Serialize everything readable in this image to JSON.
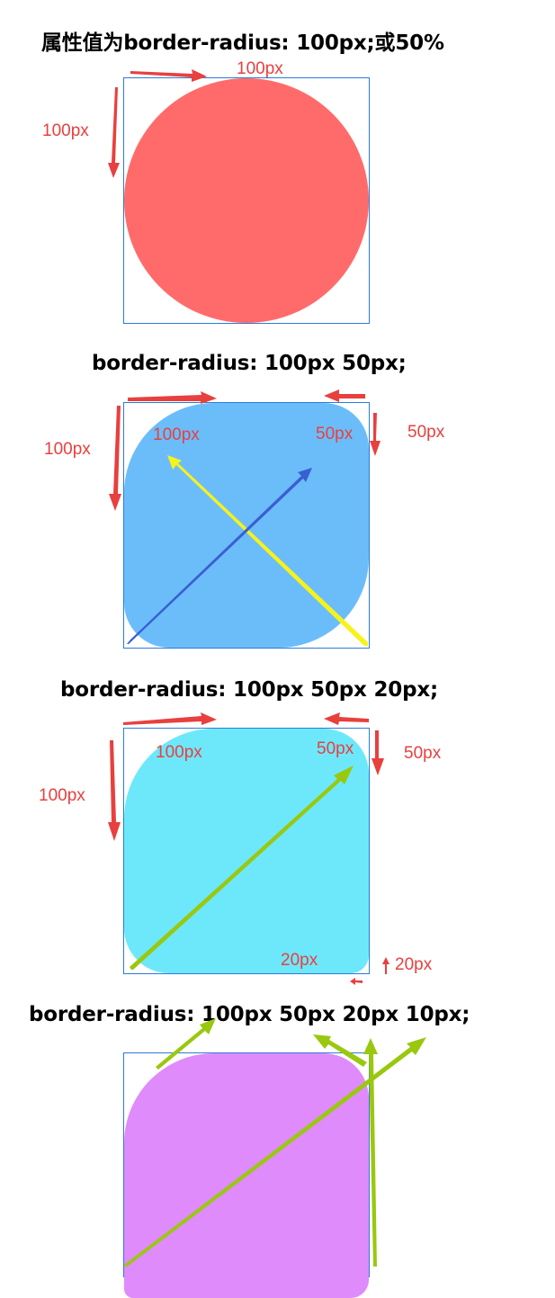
{
  "sections": [
    {
      "title": "属性值为border-radius: 100px;或50%",
      "color": "#ff6b6b",
      "labels": [
        "100px",
        "100px"
      ]
    },
    {
      "title": "border-radius: 100px 50px;",
      "color": "#6bbdfa",
      "labels": [
        "100px",
        "100px",
        "50px",
        "50px"
      ]
    },
    {
      "title": "border-radius: 100px 50px 20px;",
      "color": "#6de8fb",
      "labels": [
        "100px",
        "100px",
        "50px",
        "50px",
        "20px",
        "20px"
      ]
    },
    {
      "title": "border-radius: 100px 50px 20px 10px;",
      "color": "#df8bfb",
      "labels": []
    }
  ],
  "arrow_colors": {
    "red": "#e8403e",
    "yellow": "#f7f21a",
    "blue": "#3a5fd1",
    "green": "#99c80f"
  }
}
